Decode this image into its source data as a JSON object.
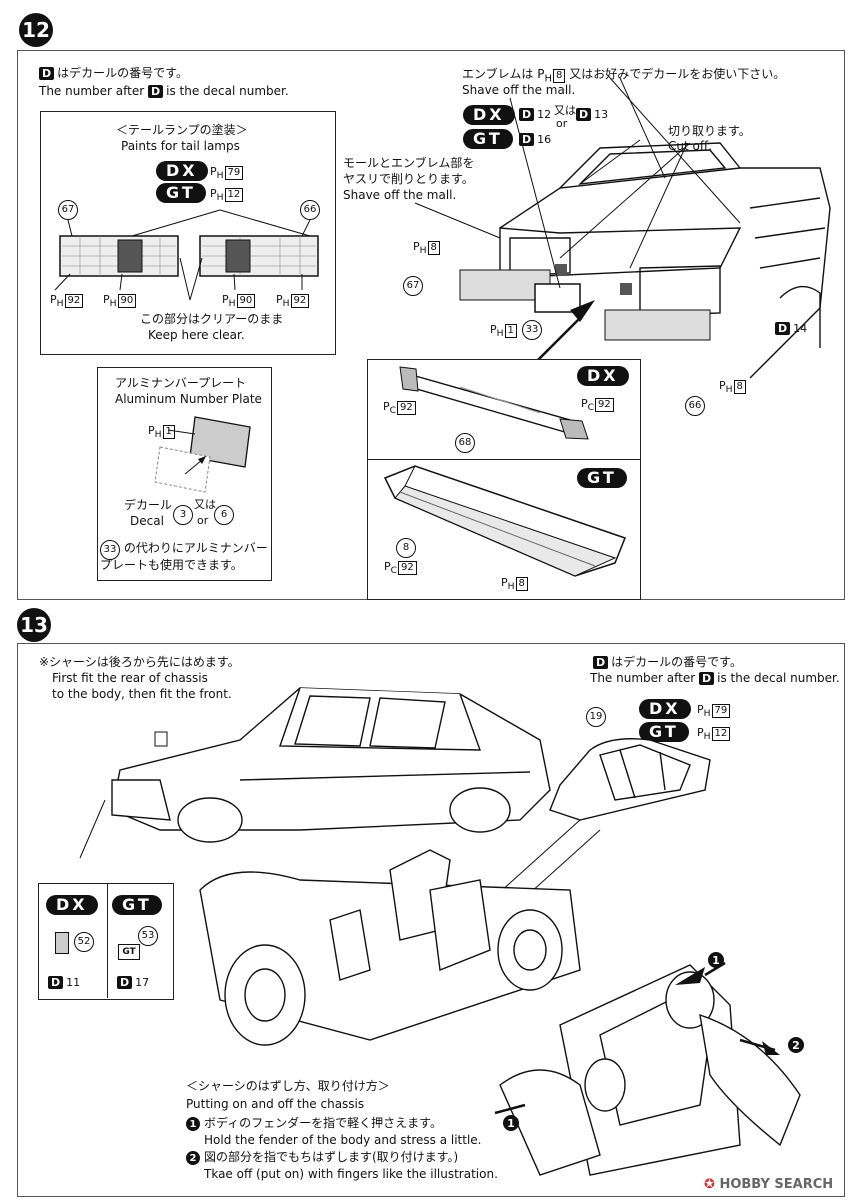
{
  "steps": {
    "s12": "12",
    "s13": "13"
  },
  "s12": {
    "decal_note_jp": "はデカールの番号です。",
    "decal_note_en": "The number after",
    "decal_note_en2": "is the decal number.",
    "d_letter": "D",
    "tail": {
      "jp": "＜テールランプの塗装＞",
      "en": "Paints for tail lamps",
      "dx": "DX",
      "gt": "GT",
      "dx_paint": "79",
      "gt_paint": "12",
      "left_part": "67",
      "right_part": "66",
      "p92": "92",
      "p90": "90",
      "clear_jp": "この部分はクリアーのまま",
      "clear_en": "Keep here clear."
    },
    "emblem": {
      "jp_a": "エンブレムは",
      "jp_ref": "8",
      "jp_b": "又はお好みでデカールをお使い下さい。",
      "en": "Shave off the mall.",
      "dx": "DX",
      "gt": "GT",
      "dx_decal": "12",
      "dx_or": "又は",
      "or": "or",
      "dx_decal2": "13",
      "gt_decal": "16"
    },
    "cut": {
      "jp": "切り取ります。",
      "en": "Cut off."
    },
    "mall": {
      "jp1": "モールとエンブレム部を",
      "jp2": "ヤスリで削りとります。",
      "en": "Shave off the mall."
    },
    "rear_labels": {
      "p8": "8",
      "part67": "67",
      "p1": "1",
      "part33": "33",
      "d14": "14",
      "p8b": "8",
      "part66": "66"
    },
    "plate": {
      "jp": "アルミナンバープレート",
      "en": "Aluminum Number Plate",
      "p1": "1",
      "decal_jp": "デカール",
      "decal_en": "Decal",
      "d3": "3",
      "or_jp": "又は",
      "or": "or",
      "d6": "6",
      "note_part": "33",
      "note1": "の代わりにアルミナンバー",
      "note2": "プレートも使用できます。"
    },
    "bumper_dx": {
      "tag": "DX",
      "pc_left": "92",
      "pc_right": "92",
      "part": "68"
    },
    "bumper_gt": {
      "tag": "GT",
      "part": "8",
      "pc": "92",
      "ph": "8"
    }
  },
  "s13": {
    "chassis_jp": "※シャーシは後ろから先にはめます。",
    "chassis_en1": "First fit the rear of chassis",
    "chassis_en2": "to the body, then fit the front.",
    "decal_note_jp": "はデカールの番号です。",
    "decal_note_en": "The number after",
    "decal_note_en2": "is the decal number.",
    "d_letter": "D",
    "seat_part": "19",
    "dx": "DX",
    "gt": "GT",
    "dx_paint": "79",
    "gt_paint": "12",
    "badge": {
      "dx": "DX",
      "gt": "GT",
      "dx_part": "52",
      "gt_part": "53",
      "dx_decal": "11",
      "gt_decal": "17",
      "gt_text": "GT"
    },
    "howto": {
      "title_jp": "＜シャーシのはずし方、取り付け方＞",
      "title_en": "Putting on and off the chassis",
      "n1": "1",
      "n2": "2",
      "s1_jp": "ボディのフェンダーを指で軽く押さえます。",
      "s1_en": "Hold the fender of the body and stress a little.",
      "s2_jp": "図の部分を指でもちはずします(取り付けます。)",
      "s2_en": "Tkae off (put on) with fingers like the illustration."
    },
    "arrows": {
      "a1": "1",
      "a2": "2",
      "a3": "1"
    }
  },
  "letters": {
    "ph": "P",
    "ph_sub": "H",
    "pc": "P",
    "pc_sub": "C"
  },
  "watermark": "HOBBY SEARCH"
}
